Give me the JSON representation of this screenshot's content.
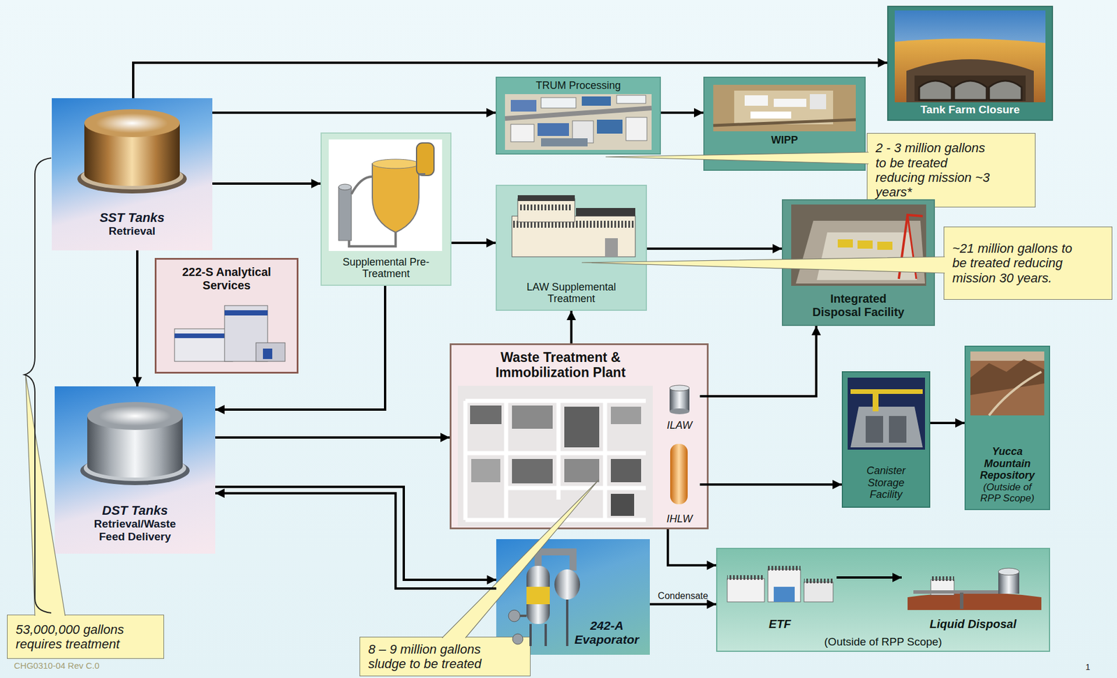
{
  "diagram": {
    "nodes": [
      {
        "text": [
          "Tank Farm Closure"
        ]
      },
      {
        "text": [
          "SST Tanks",
          "Retrieval"
        ]
      },
      {
        "text": [
          "TRUM Processing"
        ]
      },
      {
        "text": [
          "WIPP"
        ]
      },
      {
        "text": [
          "2 - 3 million gallons to be treated reducing mission ~3 years*"
        ]
      },
      {
        "text": [
          "Supplemental Pre-Treatment"
        ]
      },
      {
        "text": [
          "LAW Supplemental Treatment"
        ]
      },
      {
        "text": [
          "Integrated Disposal Facility"
        ]
      },
      {
        "text": [
          "~21 million gallons to be treated reducing mission 30 years."
        ]
      },
      {
        "text": [
          "222-S Analytical Services"
        ]
      },
      {
        "text": [
          "Waste Treatment & Immobilization Plant"
        ]
      },
      {
        "text": [
          "ILAW"
        ],
        "in": 10
      },
      {
        "text": [
          "IHLW"
        ],
        "in": 10
      },
      {
        "text": [
          "DST Tanks",
          "Retrieval/Waste Feed Delivery"
        ]
      },
      {
        "text": [
          "Canister Storage Facility"
        ]
      },
      {
        "text": [
          "Yucca Mountain Repository",
          "(Outside of RPP Scope)"
        ]
      },
      {
        "text": [
          "242-A Evaporator"
        ]
      },
      {
        "text": [
          "(Outside of RPP Scope)"
        ]
      },
      {
        "text": [
          "ETF"
        ],
        "in": 17
      },
      {
        "text": [
          "Liquid Disposal"
        ],
        "in": 17
      },
      {
        "text": [
          "53,000,000 gallons requires treatment"
        ]
      },
      {
        "text": [
          "8 – 9 million gallons sludge to be treated"
        ]
      }
    ],
    "edges": [
      {
        "from": 1,
        "to": 0,
        "arrow": "to"
      },
      {
        "from": 1,
        "to": 2,
        "arrow": "to"
      },
      {
        "from": 2,
        "to": 3,
        "arrow": "to"
      },
      {
        "from": 1,
        "to": 5,
        "arrow": "to"
      },
      {
        "from": 5,
        "to": 6,
        "arrow": "to"
      },
      {
        "from": 6,
        "to": 7,
        "arrow": "to"
      },
      {
        "from": 1,
        "to": 13,
        "arrow": "to"
      },
      {
        "from": 5,
        "to": 13,
        "arrow": "to"
      },
      {
        "from": 13,
        "to": 10,
        "arrow": "to"
      },
      {
        "from": 10,
        "to": 6,
        "arrow": "to"
      },
      {
        "from": 11,
        "to": 7,
        "arrow": "to"
      },
      {
        "from": 12,
        "to": 14,
        "arrow": "to"
      },
      {
        "from": 14,
        "to": 15,
        "arrow": "to"
      },
      {
        "from": 13,
        "to": 16,
        "arrow": "to"
      },
      {
        "from": 16,
        "to": 13,
        "arrow": "to"
      },
      {
        "from": 10,
        "to": 17,
        "arrow": "to"
      },
      {
        "from": 16,
        "to": 17,
        "label": "Condensate",
        "arrow": "to"
      },
      {
        "from": 18,
        "to": 19,
        "arrow": "to"
      }
    ],
    "labels": [
      "CHG0310-04 Rev C.0",
      "1"
    ]
  }
}
